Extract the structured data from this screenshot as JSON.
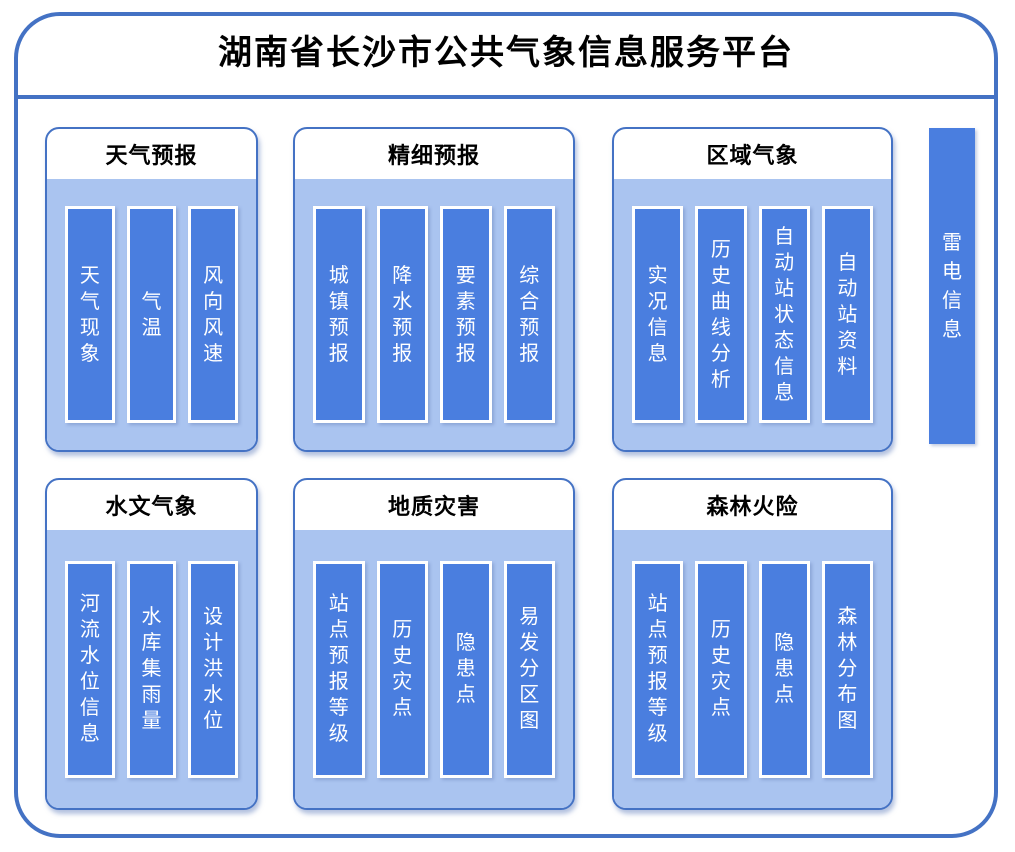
{
  "title": "湖南省长沙市公共气象信息服务平台",
  "colors": {
    "border": "#4472C4",
    "panel": "#AAC4F0",
    "bar": "#4A7EDF",
    "bar_border": "#FFFFFF",
    "bar_text": "#FFFFFF",
    "title_text": "#000000"
  },
  "boxes": [
    {
      "header": "天气预报",
      "items": [
        "天气现象",
        "气温",
        "风向风速"
      ]
    },
    {
      "header": "精细预报",
      "items": [
        "城镇预报",
        "降水预报",
        "要素预报",
        "综合预报"
      ]
    },
    {
      "header": "区域气象",
      "items": [
        "实况信息",
        "历史曲线分析",
        "自动站状态信息",
        "自动站资料"
      ]
    },
    {
      "header": "水文气象",
      "items": [
        "河流水位信息",
        "水库集雨量",
        "设计洪水位"
      ]
    },
    {
      "header": "地质灾害",
      "items": [
        "站点预报等级",
        "历史灾点",
        "隐患点",
        "易发分区图"
      ]
    },
    {
      "header": "森林火险",
      "items": [
        "站点预报等级",
        "历史灾点",
        "隐患点",
        "森林分布图"
      ]
    }
  ],
  "side_item": {
    "label": "雷电信息"
  }
}
